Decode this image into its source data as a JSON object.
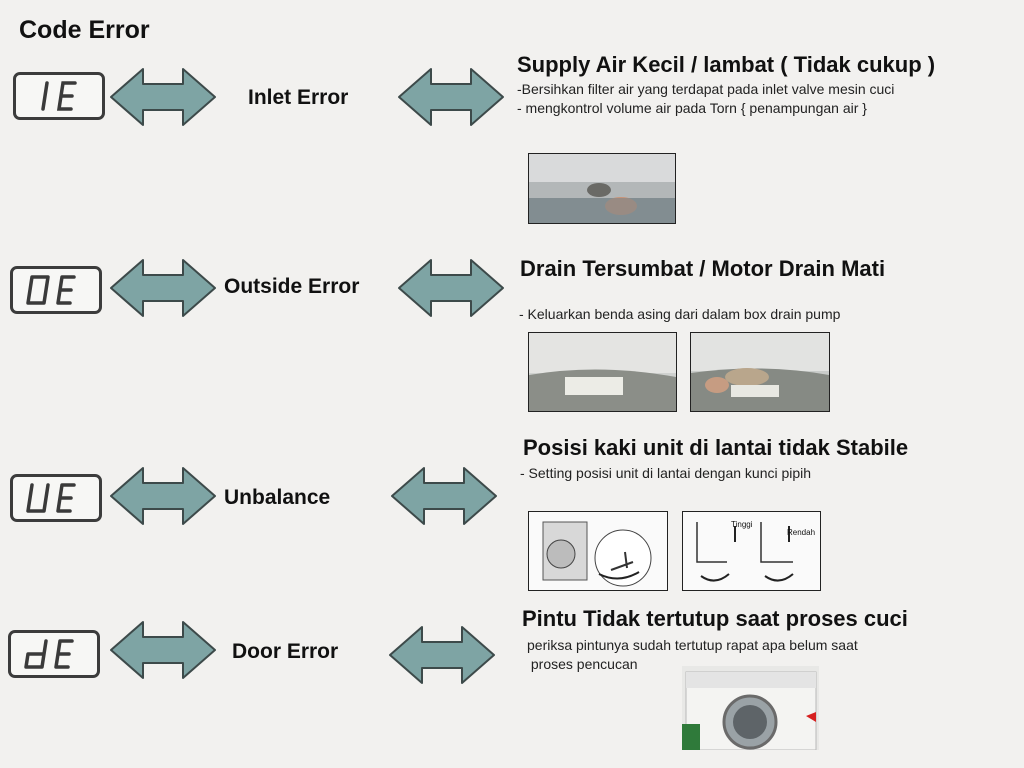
{
  "page_title": "Code Error",
  "colors": {
    "arrow_fill": "#7ea4a4",
    "arrow_stroke": "#3d4a4a",
    "background": "#f2f1ef"
  },
  "rows": [
    {
      "code": "1E",
      "label": "Inlet Error",
      "heading": "Supply Air Kecil / lambat ( Tidak cukup )",
      "lines": [
        "-Bersihkan filter air yang terdapat pada inlet valve mesin cuci",
        "- mengkontrol volume air pada Torn { penampungan air }"
      ],
      "photos": [
        "inlet-valve-photo"
      ]
    },
    {
      "code": "OE",
      "label": "Outside Error",
      "heading": "Drain Tersumbat / Motor Drain Mati",
      "lines": [
        "- Keluarkan benda asing dari dalam box drain pump"
      ],
      "photos": [
        "drain-pump-cover-photo",
        "drain-pump-open-photo"
      ]
    },
    {
      "code": "UE",
      "label": "Unbalance",
      "heading": "Posisi kaki unit di lantai tidak Stabile",
      "lines": [
        "- Setting posisi unit di lantai dengan kunci pipih"
      ],
      "photos": [
        "leg-adjust-diagram",
        "leg-height-diagram"
      ],
      "diagram_text": {
        "tinggi": "Tinggi",
        "rendah": "Rendah"
      }
    },
    {
      "code": "dE",
      "label": "Door Error",
      "heading": "Pintu Tidak tertutup saat proses cuci",
      "lines": [
        "periksa pintunya sudah tertutup rapat apa belum saat",
        " proses pencucan"
      ],
      "photos": [
        "washing-machine-door-photo"
      ]
    }
  ]
}
